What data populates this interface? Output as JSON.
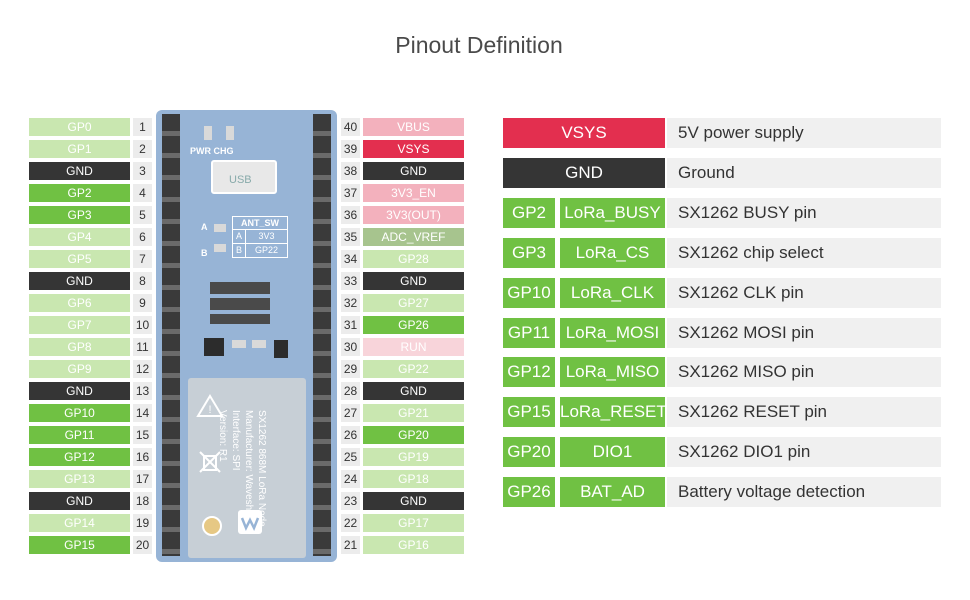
{
  "title": "Pinout Definition",
  "colors": {
    "gp_dim": "#c9e7b0",
    "gp": "#70c143",
    "gnd": "#353535",
    "red": "#e32f4f",
    "pink": "#f3b1bd",
    "light_pink": "#f8d4da",
    "adc": "#a7c48e"
  },
  "left_pins": [
    {
      "label": "GP0",
      "num": "1",
      "style": "gpdim"
    },
    {
      "label": "GP1",
      "num": "2",
      "style": "gpdim"
    },
    {
      "label": "GND",
      "num": "3",
      "style": "gnd"
    },
    {
      "label": "GP2",
      "num": "4",
      "style": "gp"
    },
    {
      "label": "GP3",
      "num": "5",
      "style": "gp"
    },
    {
      "label": "GP4",
      "num": "6",
      "style": "gpdim"
    },
    {
      "label": "GP5",
      "num": "7",
      "style": "gpdim"
    },
    {
      "label": "GND",
      "num": "8",
      "style": "gnd"
    },
    {
      "label": "GP6",
      "num": "9",
      "style": "gpdim"
    },
    {
      "label": "GP7",
      "num": "10",
      "style": "gpdim"
    },
    {
      "label": "GP8",
      "num": "11",
      "style": "gpdim"
    },
    {
      "label": "GP9",
      "num": "12",
      "style": "gpdim"
    },
    {
      "label": "GND",
      "num": "13",
      "style": "gnd"
    },
    {
      "label": "GP10",
      "num": "14",
      "style": "gp"
    },
    {
      "label": "GP11",
      "num": "15",
      "style": "gp"
    },
    {
      "label": "GP12",
      "num": "16",
      "style": "gp"
    },
    {
      "label": "GP13",
      "num": "17",
      "style": "gpdim"
    },
    {
      "label": "GND",
      "num": "18",
      "style": "gnd"
    },
    {
      "label": "GP14",
      "num": "19",
      "style": "gpdim"
    },
    {
      "label": "GP15",
      "num": "20",
      "style": "gp"
    }
  ],
  "right_pins": [
    {
      "label": "VBUS",
      "num": "40",
      "style": "pink"
    },
    {
      "label": "VSYS",
      "num": "39",
      "style": "red"
    },
    {
      "label": "GND",
      "num": "38",
      "style": "gnd"
    },
    {
      "label": "3V3_EN",
      "num": "37",
      "style": "pink"
    },
    {
      "label": "3V3(OUT)",
      "num": "36",
      "style": "pink"
    },
    {
      "label": "ADC_VREF",
      "num": "35",
      "style": "adc"
    },
    {
      "label": "GP28",
      "num": "34",
      "style": "gpdim"
    },
    {
      "label": "GND",
      "num": "33",
      "style": "gnd"
    },
    {
      "label": "GP27",
      "num": "32",
      "style": "gpdim"
    },
    {
      "label": "GP26",
      "num": "31",
      "style": "gp"
    },
    {
      "label": "RUN",
      "num": "30",
      "style": "lpink"
    },
    {
      "label": "GP22",
      "num": "29",
      "style": "gpdim"
    },
    {
      "label": "GND",
      "num": "28",
      "style": "gnd"
    },
    {
      "label": "GP21",
      "num": "27",
      "style": "gpdim"
    },
    {
      "label": "GP20",
      "num": "26",
      "style": "gp"
    },
    {
      "label": "GP19",
      "num": "25",
      "style": "gpdim"
    },
    {
      "label": "GP18",
      "num": "24",
      "style": "gpdim"
    },
    {
      "label": "GND",
      "num": "23",
      "style": "gnd"
    },
    {
      "label": "GP17",
      "num": "22",
      "style": "gpdim"
    },
    {
      "label": "GP16",
      "num": "21",
      "style": "gpdim"
    }
  ],
  "board": {
    "pwr_chg": "PWR CHG",
    "usb": "USB",
    "a": "A",
    "b": "B",
    "ant_sw": "ANT_SW",
    "row_a": "A",
    "row_a_val": "3V3",
    "row_b": "B",
    "row_b_val": "GP22",
    "module_lines": [
      "SX1262 868M LoRa Node",
      "Manufacturer: Waveshare",
      "Interface: SPI",
      "Version: R1"
    ]
  },
  "legend": [
    {
      "boxes": [
        {
          "text": "VSYS",
          "style": "red"
        }
      ],
      "desc": "5V power supply"
    },
    {
      "boxes": [
        {
          "text": "GND",
          "style": "gnd"
        }
      ],
      "desc": "Ground"
    },
    {
      "boxes": [
        {
          "text": "GP2",
          "style": "gp"
        },
        {
          "text": "LoRa_BUSY",
          "style": "gp"
        }
      ],
      "desc": "SX1262 BUSY pin"
    },
    {
      "boxes": [
        {
          "text": "GP3",
          "style": "gp"
        },
        {
          "text": "LoRa_CS",
          "style": "gp"
        }
      ],
      "desc": "SX1262 chip select"
    },
    {
      "boxes": [
        {
          "text": "GP10",
          "style": "gp"
        },
        {
          "text": "LoRa_CLK",
          "style": "gp"
        }
      ],
      "desc": "SX1262 CLK pin"
    },
    {
      "boxes": [
        {
          "text": "GP11",
          "style": "gp"
        },
        {
          "text": "LoRa_MOSI",
          "style": "gp"
        }
      ],
      "desc": "SX1262 MOSI pin"
    },
    {
      "boxes": [
        {
          "text": "GP12",
          "style": "gp"
        },
        {
          "text": "LoRa_MISO",
          "style": "gp"
        }
      ],
      "desc": "SX1262 MISO pin"
    },
    {
      "boxes": [
        {
          "text": "GP15",
          "style": "gp"
        },
        {
          "text": "LoRa_RESET",
          "style": "gp"
        }
      ],
      "desc": "SX1262 RESET pin"
    },
    {
      "boxes": [
        {
          "text": "GP20",
          "style": "gp"
        },
        {
          "text": "DIO1",
          "style": "gp"
        }
      ],
      "desc": "SX1262 DIO1 pin"
    },
    {
      "boxes": [
        {
          "text": "GP26",
          "style": "gp"
        },
        {
          "text": "BAT_AD",
          "style": "gp"
        }
      ],
      "desc": "Battery voltage detection"
    }
  ]
}
